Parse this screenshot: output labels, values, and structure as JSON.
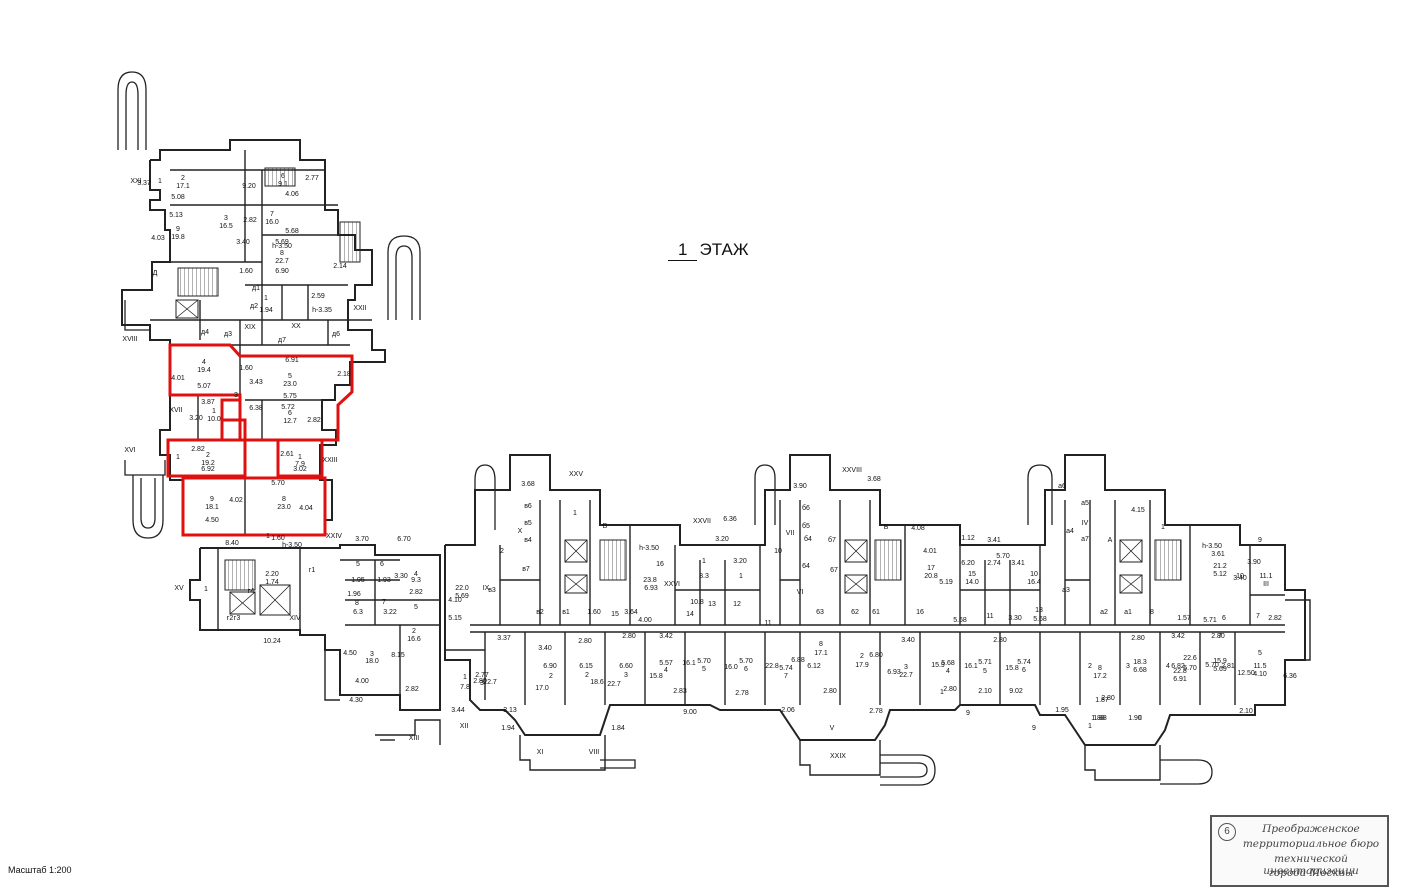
{
  "title": {
    "number": "1",
    "label": "ЭТАЖ"
  },
  "scale_label": "Масштаб 1:200",
  "stamp": {
    "badge": "6",
    "lines": [
      "Преображенское",
      "территориальное бюро",
      "технической инвентаризации",
      "города Москвы"
    ]
  },
  "colors": {
    "line": "#222222",
    "highlight": "#e01010",
    "paper": "#ffffff"
  },
  "highlighted_rooms": [
    "4",
    "5",
    "6",
    "1",
    "2",
    "1",
    "9",
    "8"
  ],
  "room_labels": [
    {
      "t": "1"
    },
    {
      "t": "2"
    },
    {
      "t": "17.1"
    },
    {
      "t": "5.08"
    },
    {
      "t": "6"
    },
    {
      "t": "9.1"
    },
    {
      "t": "4.06"
    },
    {
      "t": "2.77"
    },
    {
      "t": "3.37"
    },
    {
      "t": "9.20"
    },
    {
      "t": "5.13"
    },
    {
      "t": "9"
    },
    {
      "t": "19.8"
    },
    {
      "t": "4.03"
    },
    {
      "t": "3"
    },
    {
      "t": "16.5"
    },
    {
      "t": "2.82"
    },
    {
      "t": "7"
    },
    {
      "t": "16.0"
    },
    {
      "t": "5.68"
    },
    {
      "t": "h-3.50"
    },
    {
      "t": "5.69"
    },
    {
      "t": "8"
    },
    {
      "t": "22.7"
    },
    {
      "t": "6.90"
    },
    {
      "t": "3.40"
    },
    {
      "t": "1.60"
    },
    {
      "t": "Д"
    },
    {
      "t": "2.14"
    },
    {
      "t": "д1"
    },
    {
      "t": "1"
    },
    {
      "t": "1.94"
    },
    {
      "t": "д2"
    },
    {
      "t": "2.59"
    },
    {
      "t": "h-3.35"
    },
    {
      "t": "XXII"
    },
    {
      "t": "XXI"
    },
    {
      "t": "д4"
    },
    {
      "t": "д3"
    },
    {
      "t": "XIX"
    },
    {
      "t": "XX"
    },
    {
      "t": "д7"
    },
    {
      "t": "д6"
    },
    {
      "t": "XVIII"
    },
    {
      "t": "4"
    },
    {
      "t": "19.4"
    },
    {
      "t": "4.01"
    },
    {
      "t": "5.07"
    },
    {
      "t": "1.60"
    },
    {
      "t": "6.91"
    },
    {
      "t": "5"
    },
    {
      "t": "23.0"
    },
    {
      "t": "3.43"
    },
    {
      "t": "5.75"
    },
    {
      "t": "2.18"
    },
    {
      "t": "3"
    },
    {
      "t": "3.87"
    },
    {
      "t": "3.20"
    },
    {
      "t": "1"
    },
    {
      "t": "10.0"
    },
    {
      "t": "6.38"
    },
    {
      "t": "5.72"
    },
    {
      "t": "6"
    },
    {
      "t": "12.7"
    },
    {
      "t": "2.82"
    },
    {
      "t": "XVII"
    },
    {
      "t": "XVI"
    },
    {
      "t": "1"
    },
    {
      "t": "2.82"
    },
    {
      "t": "2"
    },
    {
      "t": "19.2"
    },
    {
      "t": "6.92"
    },
    {
      "t": "2.61"
    },
    {
      "t": "1"
    },
    {
      "t": "7.9"
    },
    {
      "t": "3.02"
    },
    {
      "t": "XXIII"
    },
    {
      "t": "5.70"
    },
    {
      "t": "9"
    },
    {
      "t": "18.1"
    },
    {
      "t": "4.02"
    },
    {
      "t": "4.50"
    },
    {
      "t": "8"
    },
    {
      "t": "23.0"
    },
    {
      "t": "4.04"
    },
    {
      "t": "1"
    },
    {
      "t": "1.60"
    },
    {
      "t": "8.40"
    },
    {
      "t": "h-3.50"
    },
    {
      "t": "XXIV"
    },
    {
      "t": "3.70"
    },
    {
      "t": "6.70"
    },
    {
      "t": "XV"
    },
    {
      "t": "1"
    },
    {
      "t": "2.20"
    },
    {
      "t": "1.74"
    },
    {
      "t": "г1"
    },
    {
      "t": "г4"
    },
    {
      "t": "г3"
    },
    {
      "t": "г2"
    },
    {
      "t": "XIV"
    },
    {
      "t": "10.24"
    },
    {
      "t": "5"
    },
    {
      "t": "6"
    },
    {
      "t": "1.95"
    },
    {
      "t": "1.93"
    },
    {
      "t": "3.30"
    },
    {
      "t": "4"
    },
    {
      "t": "9.3"
    },
    {
      "t": "1.96"
    },
    {
      "t": "8"
    },
    {
      "t": "6.3"
    },
    {
      "t": "7"
    },
    {
      "t": "3.22"
    },
    {
      "t": "2.82"
    },
    {
      "t": "5"
    },
    {
      "t": "3"
    },
    {
      "t": "18.0"
    },
    {
      "t": "4.50"
    },
    {
      "t": "8.15"
    },
    {
      "t": "2"
    },
    {
      "t": "16.6"
    },
    {
      "t": "4.00"
    },
    {
      "t": "2.82"
    },
    {
      "t": "4.30"
    },
    {
      "t": "XIII"
    },
    {
      "t": "3.44"
    },
    {
      "t": "XII"
    },
    {
      "t": "5.15"
    },
    {
      "t": "XXV"
    },
    {
      "t": "3.68"
    },
    {
      "t": "в6"
    },
    {
      "t": "в5"
    },
    {
      "t": "X"
    },
    {
      "t": "в4"
    },
    {
      "t": "в7"
    },
    {
      "t": "В"
    },
    {
      "t": "1"
    },
    {
      "t": "2"
    },
    {
      "t": "22.0"
    },
    {
      "t": "5.69"
    },
    {
      "t": "4.10"
    },
    {
      "t": "IX"
    },
    {
      "t": "в3"
    },
    {
      "t": "в2"
    },
    {
      "t": "в1"
    },
    {
      "t": "1.60"
    },
    {
      "t": "15"
    },
    {
      "t": "3.64"
    },
    {
      "t": "4.00"
    },
    {
      "t": "h-3.50"
    },
    {
      "t": "16"
    },
    {
      "t": "23.8"
    },
    {
      "t": "6.93"
    },
    {
      "t": "XXVI"
    },
    {
      "t": "XXVII"
    },
    {
      "t": "6.36"
    },
    {
      "t": "3.20"
    },
    {
      "t": "1"
    },
    {
      "t": "8.3"
    },
    {
      "t": "3.20"
    },
    {
      "t": "1"
    },
    {
      "t": "10.8"
    },
    {
      "t": "14"
    },
    {
      "t": "13"
    },
    {
      "t": "12"
    },
    {
      "t": "11"
    },
    {
      "t": "3.37"
    },
    {
      "t": "3.40"
    },
    {
      "t": "2.80"
    },
    {
      "t": "2.80"
    },
    {
      "t": "3.42"
    },
    {
      "t": "2.77"
    },
    {
      "t": "3"
    },
    {
      "t": "22.7"
    },
    {
      "t": "6.90"
    },
    {
      "t": "2"
    },
    {
      "t": "17.0"
    },
    {
      "t": "6.15"
    },
    {
      "t": "2"
    },
    {
      "t": "18.6"
    },
    {
      "t": "6.60"
    },
    {
      "t": "3"
    },
    {
      "t": "22.7"
    },
    {
      "t": "5.57"
    },
    {
      "t": "4"
    },
    {
      "t": "15.8"
    },
    {
      "t": "5.70"
    },
    {
      "t": "5"
    },
    {
      "t": "16.1"
    },
    {
      "t": "5.70"
    },
    {
      "t": "6"
    },
    {
      "t": "16.0"
    },
    {
      "t": "5.74"
    },
    {
      "t": "7"
    },
    {
      "t": "22.8"
    },
    {
      "t": "6.88"
    },
    {
      "t": "2.83"
    },
    {
      "t": "2.78"
    },
    {
      "t": "1"
    },
    {
      "t": "7.8"
    },
    {
      "t": "2.80"
    },
    {
      "t": "2.13"
    },
    {
      "t": "1.94"
    },
    {
      "t": "1.84"
    },
    {
      "t": "9.00"
    },
    {
      "t": "2.06"
    },
    {
      "t": "XI"
    },
    {
      "t": "VIII"
    },
    {
      "t": "XXVIII"
    },
    {
      "t": "3.90"
    },
    {
      "t": "б6"
    },
    {
      "t": "б5"
    },
    {
      "t": "VII"
    },
    {
      "t": "б4"
    },
    {
      "t": "б7"
    },
    {
      "t": "Б"
    },
    {
      "t": "10"
    },
    {
      "t": "64"
    },
    {
      "t": "67"
    },
    {
      "t": "VI"
    },
    {
      "t": "63"
    },
    {
      "t": "62"
    },
    {
      "t": "61"
    },
    {
      "t": "4.08"
    },
    {
      "t": "4.01"
    },
    {
      "t": "17"
    },
    {
      "t": "20.8"
    },
    {
      "t": "5.19"
    },
    {
      "t": "1.12"
    },
    {
      "t": "3.41"
    },
    {
      "t": "6.20"
    },
    {
      "t": "2.74"
    },
    {
      "t": "3.41"
    },
    {
      "t": "15"
    },
    {
      "t": "14.0"
    },
    {
      "t": "10"
    },
    {
      "t": "16.4"
    },
    {
      "t": "16"
    },
    {
      "t": "5.68"
    },
    {
      "t": "5.70"
    },
    {
      "t": "13"
    },
    {
      "t": "11"
    },
    {
      "t": "3.30"
    },
    {
      "t": "5.68"
    },
    {
      "t": "2.80"
    },
    {
      "t": "8"
    },
    {
      "t": "17.1"
    },
    {
      "t": "6.12"
    },
    {
      "t": "2"
    },
    {
      "t": "17.9"
    },
    {
      "t": "6.80"
    },
    {
      "t": "3.40"
    },
    {
      "t": "3"
    },
    {
      "t": "22.7"
    },
    {
      "t": "6.93"
    },
    {
      "t": "5.68"
    },
    {
      "t": "4"
    },
    {
      "t": "15.9"
    },
    {
      "t": "5.71"
    },
    {
      "t": "5"
    },
    {
      "t": "16.1"
    },
    {
      "t": "5.74"
    },
    {
      "t": "6"
    },
    {
      "t": "15.8"
    },
    {
      "t": "2.80"
    },
    {
      "t": "2.80"
    },
    {
      "t": "2.10"
    },
    {
      "t": "9.02"
    },
    {
      "t": "2.78"
    },
    {
      "t": "9"
    },
    {
      "t": "1"
    },
    {
      "t": "1.88"
    },
    {
      "t": "1.90"
    },
    {
      "t": "V"
    },
    {
      "t": "XXIX"
    },
    {
      "t": "3.68"
    },
    {
      "t": "а6"
    },
    {
      "t": "а5"
    },
    {
      "t": "IV"
    },
    {
      "t": "а4"
    },
    {
      "t": "а7"
    },
    {
      "t": "А"
    },
    {
      "t": "1"
    },
    {
      "t": "4.15"
    },
    {
      "t": "h-3.50"
    },
    {
      "t": "3.61"
    },
    {
      "t": "9"
    },
    {
      "t": "21.2"
    },
    {
      "t": "5.12"
    },
    {
      "t": "3.40"
    },
    {
      "t": "3.90"
    },
    {
      "t": "10"
    },
    {
      "t": "11.1"
    },
    {
      "t": "III"
    },
    {
      "t": "а3"
    },
    {
      "t": "а2"
    },
    {
      "t": "а1"
    },
    {
      "t": "8"
    },
    {
      "t": "5.71"
    },
    {
      "t": "1.57"
    },
    {
      "t": "6"
    },
    {
      "t": "7"
    },
    {
      "t": "2.82"
    },
    {
      "t": "2.80"
    },
    {
      "t": "3.42"
    },
    {
      "t": "2.80"
    },
    {
      "t": "7"
    },
    {
      "t": "22.6"
    },
    {
      "t": "5.70"
    },
    {
      "t": "6.82"
    },
    {
      "t": "8"
    },
    {
      "t": "17.2"
    },
    {
      "t": "2"
    },
    {
      "t": "18.3"
    },
    {
      "t": "6.68"
    },
    {
      "t": "3"
    },
    {
      "t": "22.8"
    },
    {
      "t": "6.91"
    },
    {
      "t": "4"
    },
    {
      "t": "15.9"
    },
    {
      "t": "5.69"
    },
    {
      "t": "5.70"
    },
    {
      "t": "2.81"
    },
    {
      "t": "5"
    },
    {
      "t": "11.5"
    },
    {
      "t": "4.10"
    },
    {
      "t": "12.50"
    },
    {
      "t": "6.36"
    },
    {
      "t": "2.10"
    },
    {
      "t": "2.80"
    },
    {
      "t": "1.95"
    },
    {
      "t": "1.87"
    },
    {
      "t": "9"
    },
    {
      "t": "1"
    },
    {
      "t": "1.88"
    },
    {
      "t": "II"
    }
  ]
}
